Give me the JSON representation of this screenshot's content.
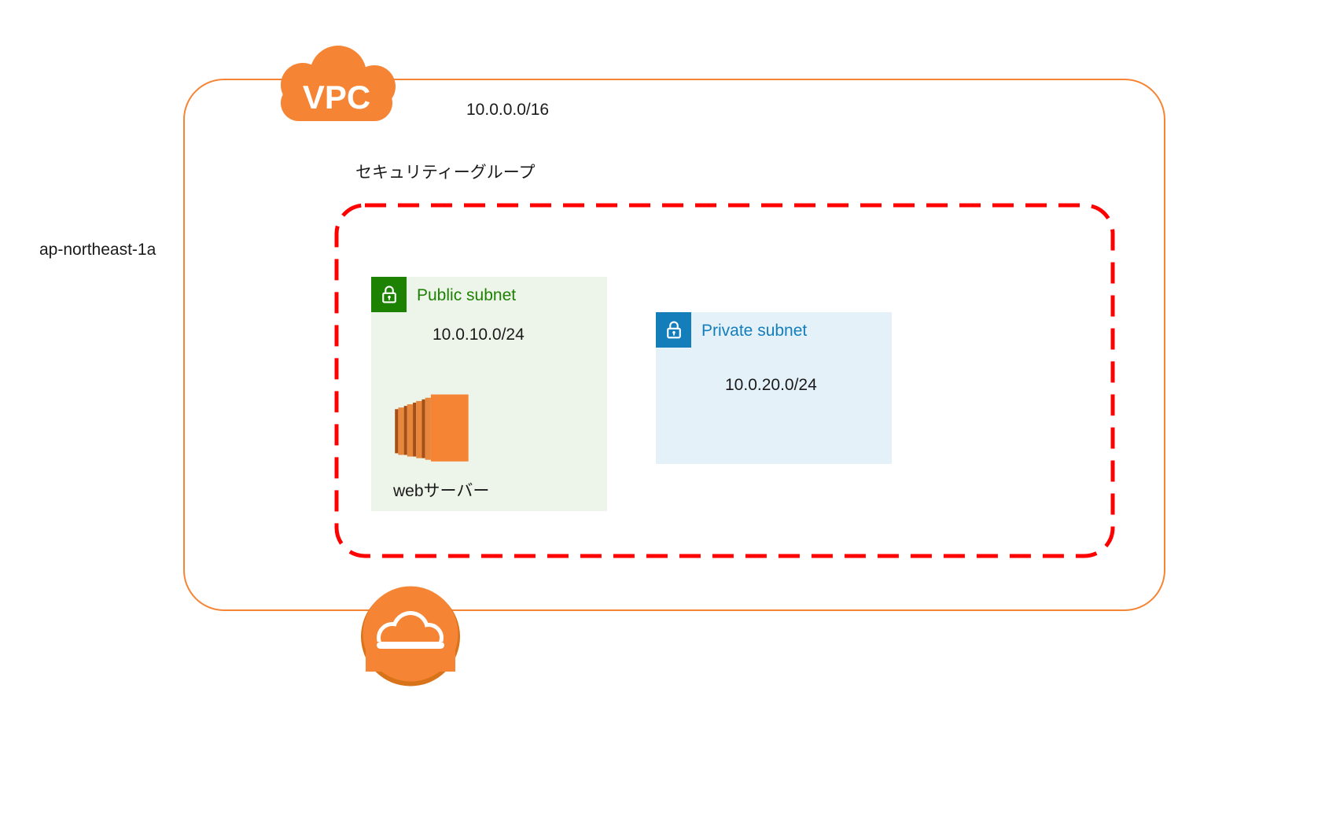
{
  "colors": {
    "aws_orange": "#f58534",
    "aws_orange_dark": "#d9731a",
    "security_group_red": "#ff0000",
    "public_green": "#1d8102",
    "public_subnet_bg": "#edf4e9",
    "private_blue": "#147eba",
    "private_subnet_bg": "#e4f1f9",
    "text_black": "#1a1a1a"
  },
  "diagram": {
    "availability_zone": "ap-northeast-1a",
    "vpc": {
      "label": "VPC",
      "cidr": "10.0.0.0/16"
    },
    "security_group": {
      "label": "セキュリティーグループ"
    },
    "subnets": {
      "public": {
        "label": "Public subnet",
        "cidr": "10.0.10.0/24",
        "instance_label": "webサーバー",
        "icon": "lock-icon"
      },
      "private": {
        "label": "Private subnet",
        "cidr": "10.0.20.0/24",
        "icon": "lock-icon"
      }
    },
    "icons": {
      "vpc": "vpc-cloud-icon",
      "internet_gateway": "internet-gateway-cloud-circle-icon",
      "web_server": "ec2-instance-icon"
    }
  }
}
